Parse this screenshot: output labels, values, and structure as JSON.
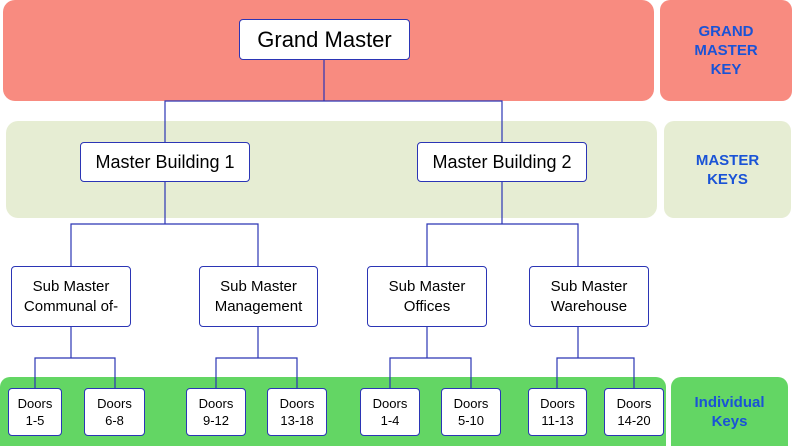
{
  "legend": {
    "grand": [
      "GRAND",
      "MASTER",
      "KEY"
    ],
    "master": [
      "MASTER",
      "KEYS"
    ],
    "individual": [
      "Individual",
      "Keys"
    ]
  },
  "grand_master": {
    "label": "Grand Master"
  },
  "masters": [
    {
      "label": "Master Building 1"
    },
    {
      "label": "Master Building 2"
    }
  ],
  "sub_masters": [
    {
      "lines": [
        "Sub Master",
        "Communal of-"
      ]
    },
    {
      "lines": [
        "Sub Master",
        "Management"
      ]
    },
    {
      "lines": [
        "Sub Master",
        "Offices"
      ]
    },
    {
      "lines": [
        "Sub Master",
        "Warehouse"
      ]
    }
  ],
  "doors": [
    {
      "lines": [
        "Doors",
        "1-5"
      ]
    },
    {
      "lines": [
        "Doors",
        "6-8"
      ]
    },
    {
      "lines": [
        "Doors",
        "9-12"
      ]
    },
    {
      "lines": [
        "Doors",
        "13-18"
      ]
    },
    {
      "lines": [
        "Doors",
        "1-4"
      ]
    },
    {
      "lines": [
        "Doors",
        "5-10"
      ]
    },
    {
      "lines": [
        "Doors",
        "11-13"
      ]
    },
    {
      "lines": [
        "Doors",
        "14-20"
      ]
    }
  ],
  "colors": {
    "grand_band": "#f88b80",
    "master_band": "#e6edd3",
    "individual_band": "#63d664",
    "legend_text": "#1a53d6",
    "connector": "#2b35b5"
  }
}
